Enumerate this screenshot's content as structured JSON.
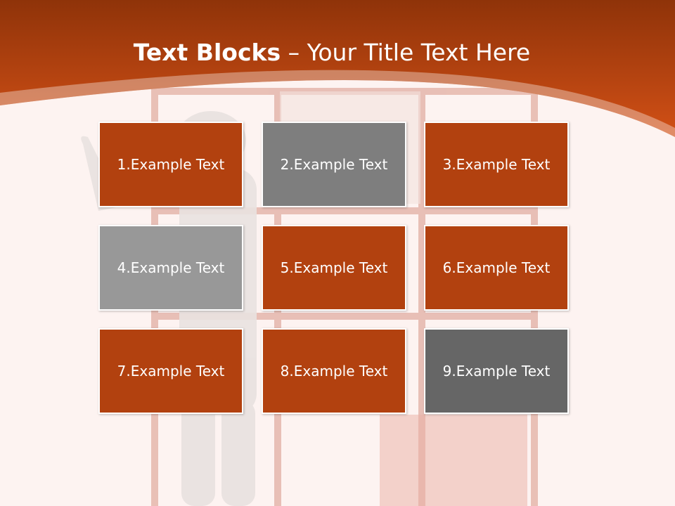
{
  "slide": {
    "title_bold": "Text Blocks",
    "title_dash": "–",
    "title_rest": "Your Title Text Here"
  },
  "blocks": [
    {
      "label": "1.Example Text",
      "color": "#b2410f"
    },
    {
      "label": "2.Example Text",
      "color": "#7e7e7e"
    },
    {
      "label": "3.Example Text",
      "color": "#b2410f"
    },
    {
      "label": "4.Example Text",
      "color": "#989898"
    },
    {
      "label": "5.Example Text",
      "color": "#b2410f"
    },
    {
      "label": "6.Example Text",
      "color": "#b2410f"
    },
    {
      "label": "7.Example Text",
      "color": "#b2410f"
    },
    {
      "label": "8.Example Text",
      "color": "#b2410f"
    },
    {
      "label": "9.Example Text",
      "color": "#666666"
    }
  ],
  "theme": {
    "header_dark": "#8f3309",
    "header_light": "#d25016",
    "background": "#fdf3f1",
    "block_border": "#ffffff"
  }
}
